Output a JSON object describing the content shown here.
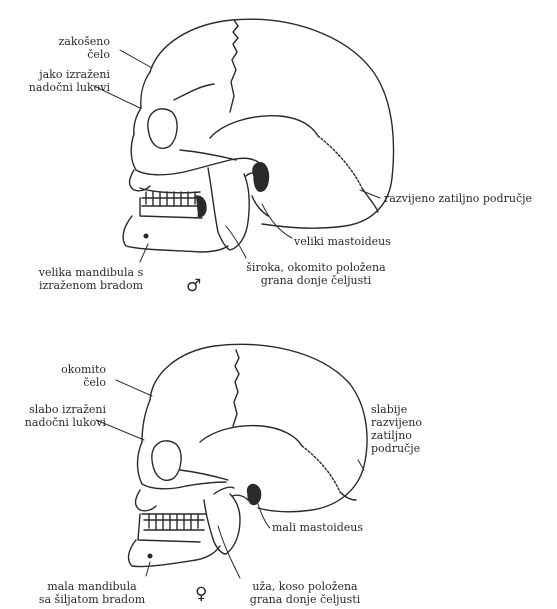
{
  "male": {
    "symbol": "♂",
    "labels": {
      "forehead": [
        "zakošeno",
        "čelo"
      ],
      "brow_ridges": [
        "jako izraženi",
        "nadočni lukovi"
      ],
      "occipital": "razvijeno zatiljno područje",
      "mastoid": "veliki mastoideus",
      "mandible": [
        "velika mandibula s",
        "izraženom bradom"
      ],
      "ramus": [
        "široka, okomito položena",
        "grana donje čeljusti"
      ]
    }
  },
  "female": {
    "symbol": "♀",
    "labels": {
      "forehead": [
        "okomito",
        "čelo"
      ],
      "brow_ridges": [
        "slabo izraženi",
        "nadočni lukovi"
      ],
      "occipital": [
        "slabije",
        "razvijeno",
        "zatiljno",
        "područje"
      ],
      "mastoid": "mali mastoideus",
      "mandible": [
        "mala mandibula",
        "sa šiljatom bradom"
      ],
      "ramus": [
        "uža, koso položena",
        "grana donje čeljusti"
      ]
    }
  },
  "colors": {
    "ink": "#2a2a2a",
    "paper": "#ffffff"
  }
}
